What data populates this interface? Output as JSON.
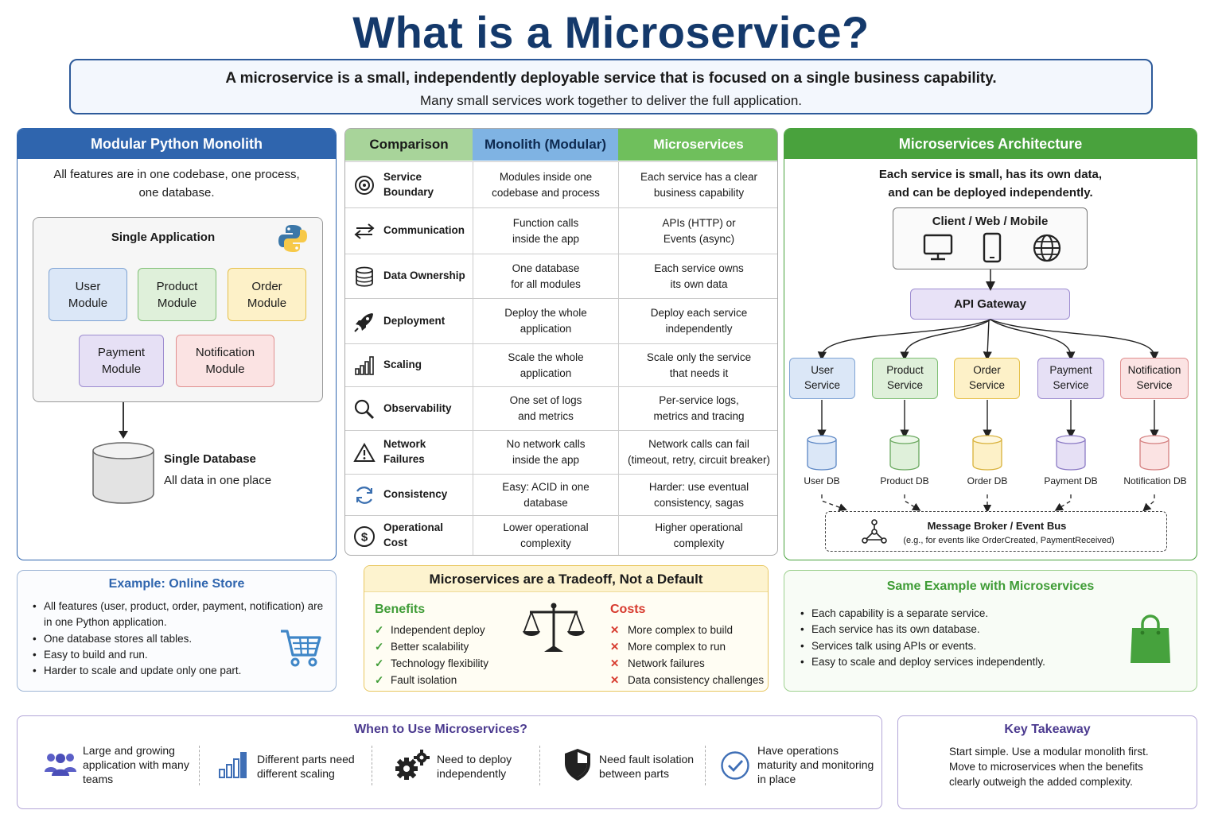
{
  "title": "What is a Microservice?",
  "definition": {
    "line1": "A microservice is a small, independently deployable service that is focused on a single business capability.",
    "line2": "Many small services work together to deliver the full application."
  },
  "monolith": {
    "header": "Modular Python Monolith",
    "desc_line1": "All features are in one codebase, one process,",
    "desc_line2": "one database.",
    "app_title": "Single Application",
    "modules": [
      {
        "line1": "User",
        "line2": "Module"
      },
      {
        "line1": "Product",
        "line2": "Module"
      },
      {
        "line1": "Order",
        "line2": "Module"
      },
      {
        "line1": "Payment",
        "line2": "Module"
      },
      {
        "line1": "Notification",
        "line2": "Module"
      }
    ],
    "db_title": "Single Database",
    "db_desc": "All data in one place"
  },
  "comparison": {
    "headers": [
      "Comparison",
      "Monolith (Modular)",
      "Microservices"
    ],
    "rows": [
      {
        "icon": "target-icon",
        "l1": "Service",
        "l2": "Boundary",
        "m1": "Modules inside one",
        "m2": "codebase and process",
        "s1": "Each service has a clear",
        "s2": "business capability"
      },
      {
        "icon": "arrows-icon",
        "l1": "Communication",
        "l2": "",
        "m1": "Function calls",
        "m2": "inside the app",
        "s1": "APIs (HTTP) or",
        "s2": "Events (async)"
      },
      {
        "icon": "database-icon",
        "l1": "Data Ownership",
        "l2": "",
        "m1": "One database",
        "m2": "for all modules",
        "s1": "Each service owns",
        "s2": "its own data"
      },
      {
        "icon": "rocket-icon",
        "l1": "Deployment",
        "l2": "",
        "m1": "Deploy the whole",
        "m2": "application",
        "s1": "Deploy each service",
        "s2": "independently"
      },
      {
        "icon": "bar-chart-icon",
        "l1": "Scaling",
        "l2": "",
        "m1": "Scale the whole",
        "m2": "application",
        "s1": "Scale only the service",
        "s2": "that needs it"
      },
      {
        "icon": "magnifier-icon",
        "l1": "Observability",
        "l2": "",
        "m1": "One set of logs",
        "m2": "and metrics",
        "s1": "Per-service logs,",
        "s2": "metrics and tracing"
      },
      {
        "icon": "warning-icon",
        "l1": "Network",
        "l2": "Failures",
        "m1": "No network calls",
        "m2": "inside the app",
        "s1": "Network calls can fail",
        "s2": "(timeout, retry, circuit breaker)"
      },
      {
        "icon": "sync-icon",
        "l1": "Consistency",
        "l2": "",
        "m1": "Easy: ACID in one",
        "m2": "database",
        "s1": "Harder: use eventual",
        "s2": "consistency, sagas"
      },
      {
        "icon": "dollar-icon",
        "l1": "Operational",
        "l2": "Cost",
        "m1": "Lower operational",
        "m2": "complexity",
        "s1": "Higher operational",
        "s2": "complexity"
      }
    ]
  },
  "architecture": {
    "header": "Microservices Architecture",
    "desc_line1": "Each service is small, has its own data,",
    "desc_line2": "and can be deployed independently.",
    "client": "Client / Web / Mobile",
    "gateway": "API Gateway",
    "services": [
      {
        "line1": "User",
        "line2": "Service",
        "db": "User DB"
      },
      {
        "line1": "Product",
        "line2": "Service",
        "db": "Product DB"
      },
      {
        "line1": "Order",
        "line2": "Service",
        "db": "Order DB"
      },
      {
        "line1": "Payment",
        "line2": "Service",
        "db": "Payment DB"
      },
      {
        "line1": "Notification",
        "line2": "Service",
        "db": "Notification DB"
      }
    ],
    "broker_title": "Message Broker / Event Bus",
    "broker_sub": "(e.g., for events like OrderCreated, PaymentReceived)"
  },
  "example_store": {
    "title": "Example: Online Store",
    "items": [
      "All features (user, product, order, payment, notification) are in one Python application.",
      "One database stores all tables.",
      "Easy to build and run.",
      "Harder to scale and update only one part."
    ]
  },
  "tradeoff": {
    "title": "Microservices are a Tradeoff, Not a Default",
    "benefits_title": "Benefits",
    "benefits": [
      "Independent deploy",
      "Better scalability",
      "Technology flexibility",
      "Fault isolation"
    ],
    "costs_title": "Costs",
    "costs": [
      "More complex to build",
      "More complex to run",
      "Network failures",
      "Data consistency challenges"
    ]
  },
  "same_example": {
    "title": "Same Example with Microservices",
    "items": [
      "Each capability is a separate service.",
      "Each service has its own database.",
      "Services talk using APIs or events.",
      "Easy to scale and deploy services independently."
    ]
  },
  "when": {
    "title": "When to Use Microservices?",
    "items": [
      "Large and growing application with many teams",
      "Different parts need different scaling",
      "Need to deploy independently",
      "Need fault isolation between parts",
      "Have operations maturity and monitoring in place"
    ]
  },
  "takeaway": {
    "title": "Key Takeaway",
    "text": "Start simple. Use a modular monolith first. Move to microservices when the benefits clearly outweigh the added complexity."
  },
  "colors": {
    "navy": "#14396b",
    "blue_header": "#2f65ae",
    "green_header": "#49a23d",
    "purple": "#4b3a8f"
  }
}
